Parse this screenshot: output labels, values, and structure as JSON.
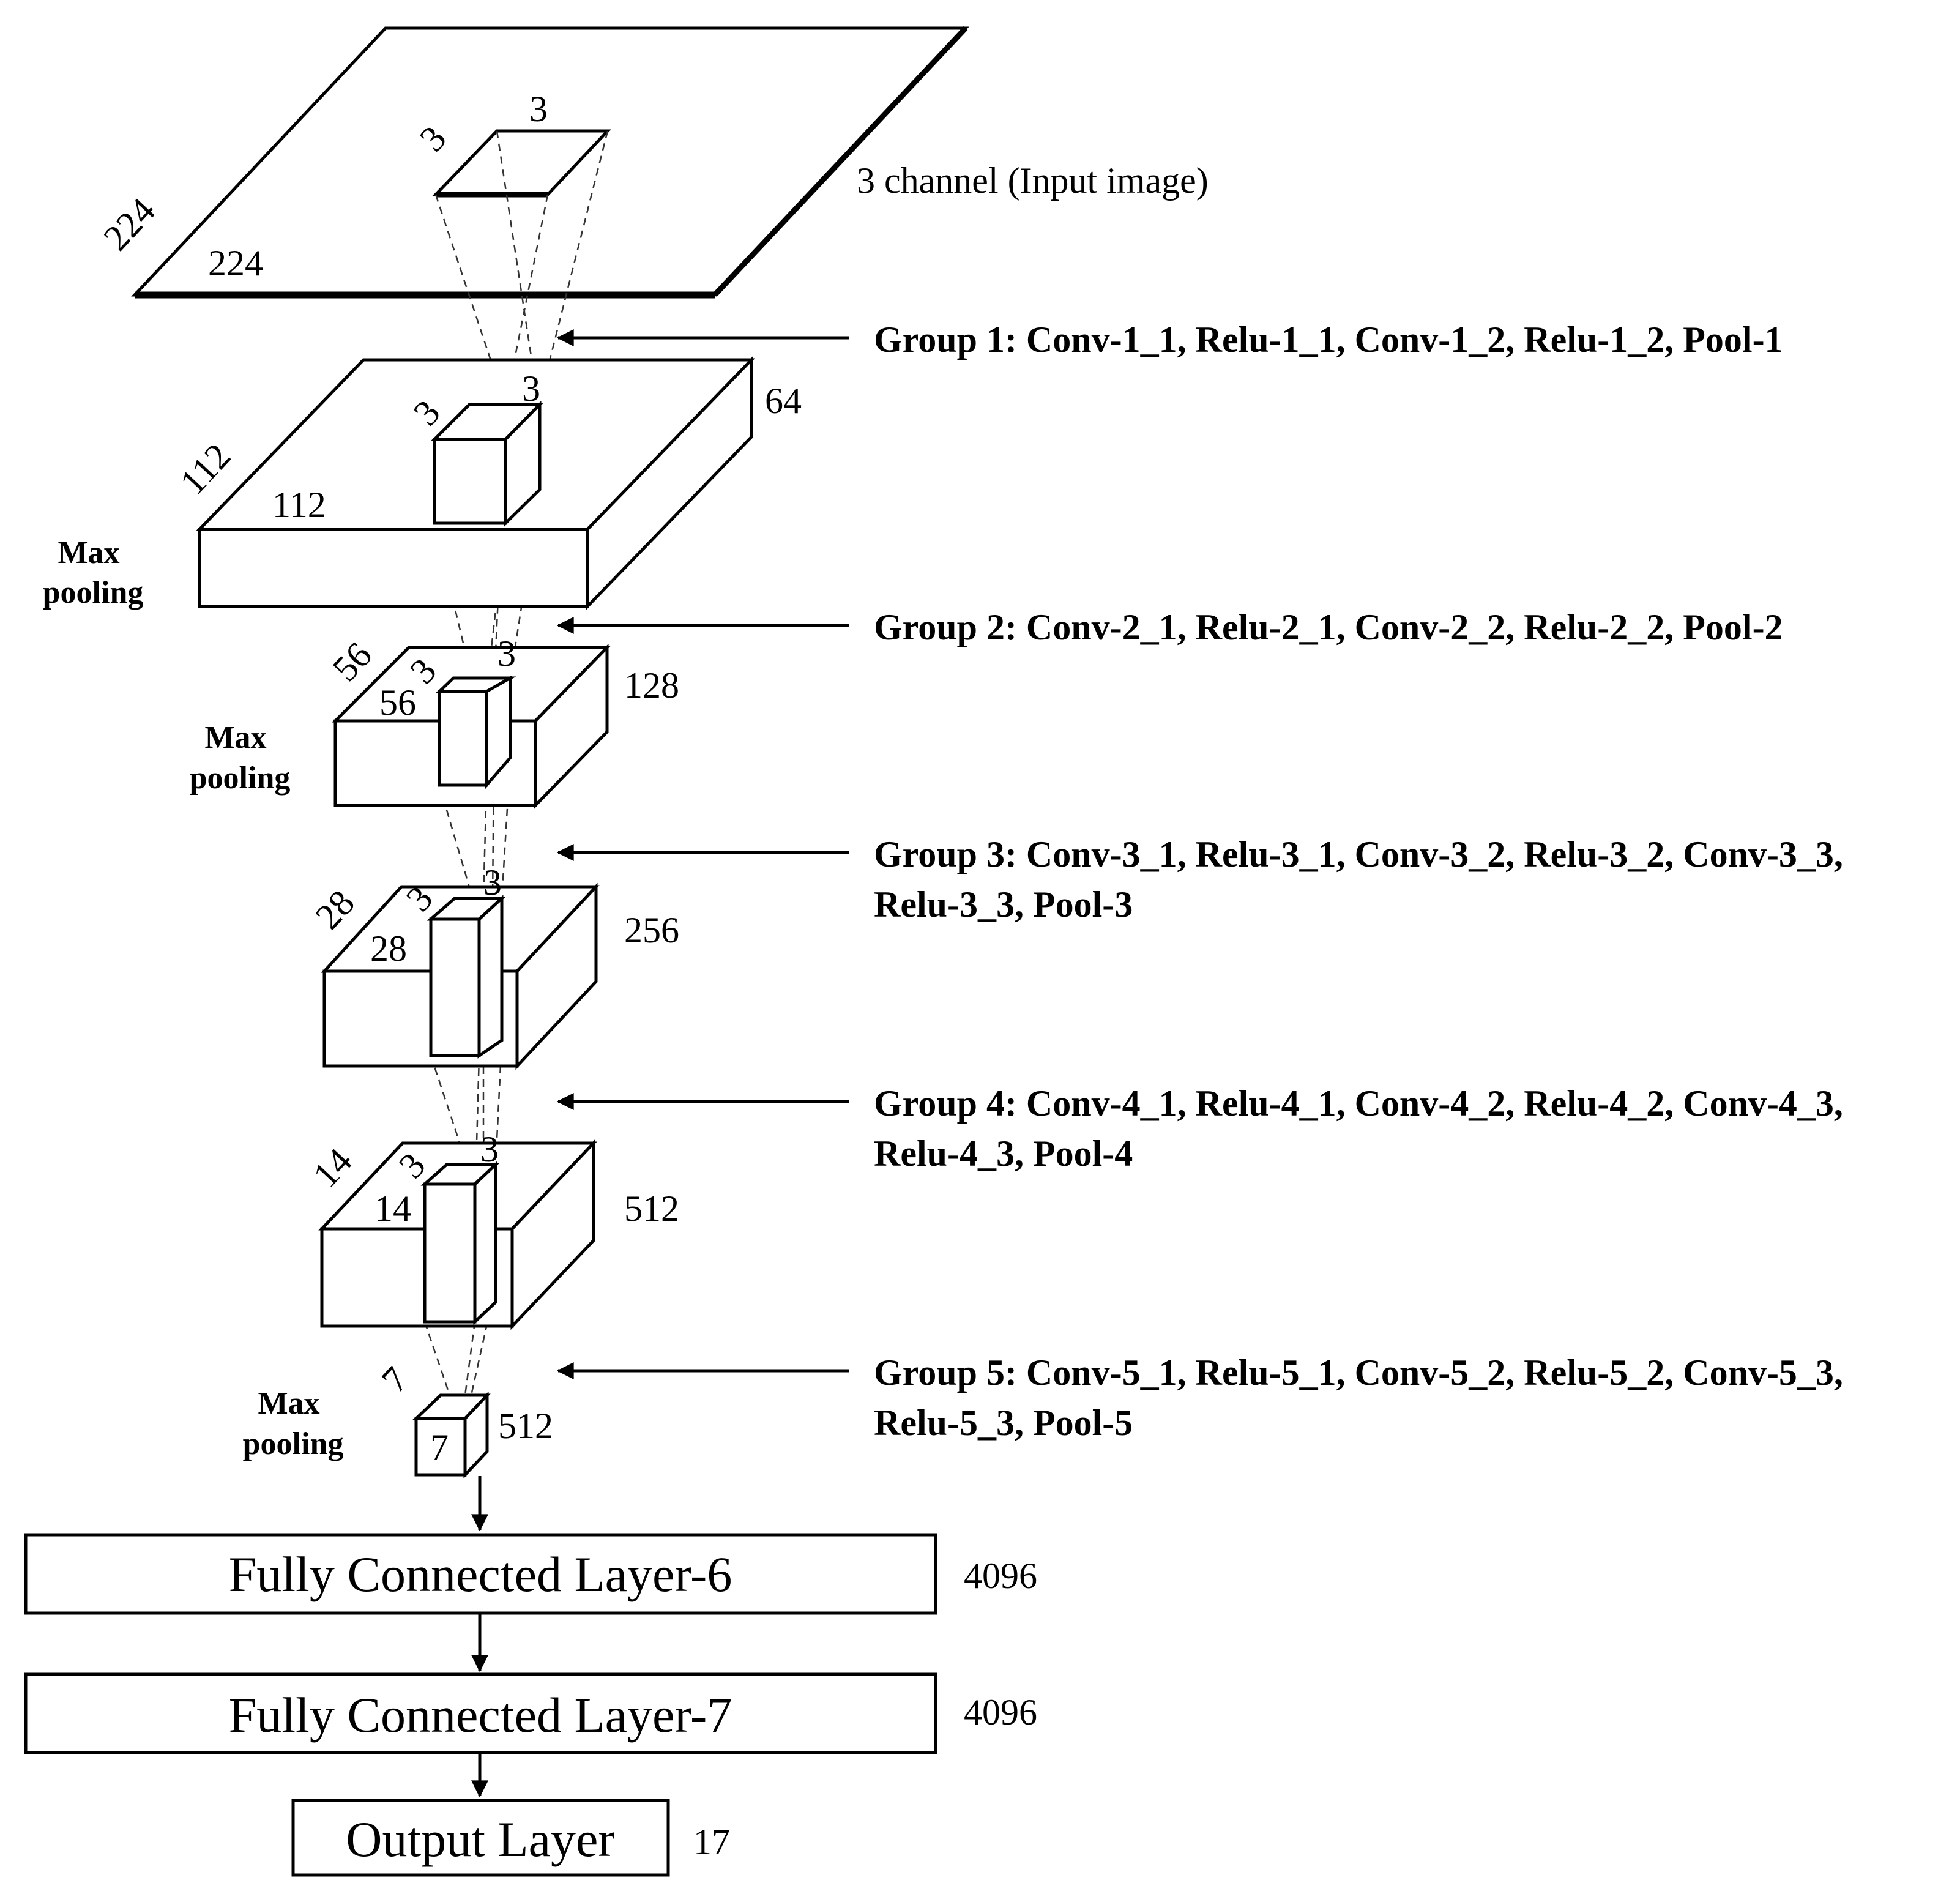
{
  "input_plane": {
    "depth_label": "224",
    "width_label": "224",
    "kernel_left": "3",
    "kernel_top": "3",
    "channel_label": "3 channel (Input image)"
  },
  "blocks": [
    {
      "depth_label": "112",
      "width_label": "112",
      "channels": "64",
      "kernel_left": "3",
      "kernel_top": "3"
    },
    {
      "depth_label": "56",
      "width_label": "56",
      "channels": "128",
      "kernel_left": "3",
      "kernel_top": "3"
    },
    {
      "depth_label": "28",
      "width_label": "28",
      "channels": "256",
      "kernel_left": "3",
      "kernel_top": "3"
    },
    {
      "depth_label": "14",
      "width_label": "14",
      "channels": "512",
      "kernel_left": "3",
      "kernel_top": "3"
    },
    {
      "depth_label": "7",
      "width_label": "7",
      "channels": "512"
    }
  ],
  "pooling": [
    {
      "line1": "Max",
      "line2": "pooling"
    },
    {
      "line1": "Max",
      "line2": "pooling"
    },
    {
      "line1": "Max",
      "line2": "pooling"
    }
  ],
  "groups": [
    {
      "line1": "Group 1: Conv-1_1, Relu-1_1, Conv-1_2, Relu-1_2, Pool-1",
      "line2": ""
    },
    {
      "line1": "Group 2: Conv-2_1, Relu-2_1, Conv-2_2, Relu-2_2, Pool-2",
      "line2": ""
    },
    {
      "line1": "Group 3: Conv-3_1, Relu-3_1, Conv-3_2, Relu-3_2, Conv-3_3,",
      "line2": "Relu-3_3, Pool-3"
    },
    {
      "line1": "Group 4: Conv-4_1, Relu-4_1, Conv-4_2, Relu-4_2, Conv-4_3,",
      "line2": "Relu-4_3, Pool-4"
    },
    {
      "line1": "Group 5: Conv-5_1, Relu-5_1, Conv-5_2, Relu-5_2, Conv-5_3,",
      "line2": "Relu-5_3, Pool-5"
    }
  ],
  "dense_layers": [
    {
      "label": "Fully Connected Layer-6",
      "size": "4096"
    },
    {
      "label": "Fully Connected Layer-7",
      "size": "4096"
    },
    {
      "label": "Output Layer",
      "size": "17"
    }
  ]
}
